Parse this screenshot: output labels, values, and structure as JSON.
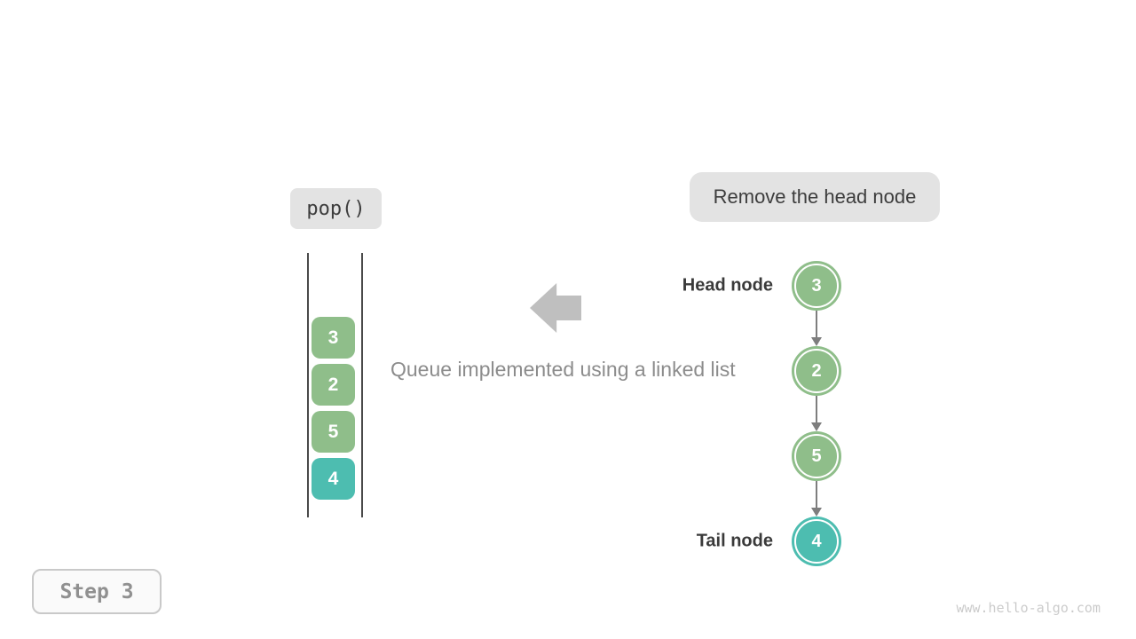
{
  "labels": {
    "operation": "pop()",
    "action": "Remove the head node",
    "caption": "Queue implemented using a linked list",
    "head_label": "Head node",
    "tail_label": "Tail node",
    "step": "Step 3",
    "watermark": "www.hello-algo.com"
  },
  "queue_stack": {
    "items": [
      {
        "value": "3",
        "color": "#8fbe8a"
      },
      {
        "value": "2",
        "color": "#8fbe8a"
      },
      {
        "value": "5",
        "color": "#8fbe8a"
      },
      {
        "value": "4",
        "color": "#4dbdb0"
      }
    ]
  },
  "linked_list": {
    "nodes": [
      {
        "value": "3",
        "color": "#8fbe8a",
        "role": "head"
      },
      {
        "value": "2",
        "color": "#8fbe8a",
        "role": ""
      },
      {
        "value": "5",
        "color": "#8fbe8a",
        "role": ""
      },
      {
        "value": "4",
        "color": "#4dbdb0",
        "role": "tail"
      }
    ]
  },
  "colors": {
    "node_green": "#8fbe8a",
    "node_teal": "#4dbdb0",
    "badge_bg": "#e3e3e3",
    "big_arrow_gray": "#bfbfbf",
    "connector_gray": "#7e7e7e",
    "text_dark": "#3d3d3d",
    "text_gray": "#8c8c8c",
    "watermark_gray": "#cbcbcb"
  }
}
